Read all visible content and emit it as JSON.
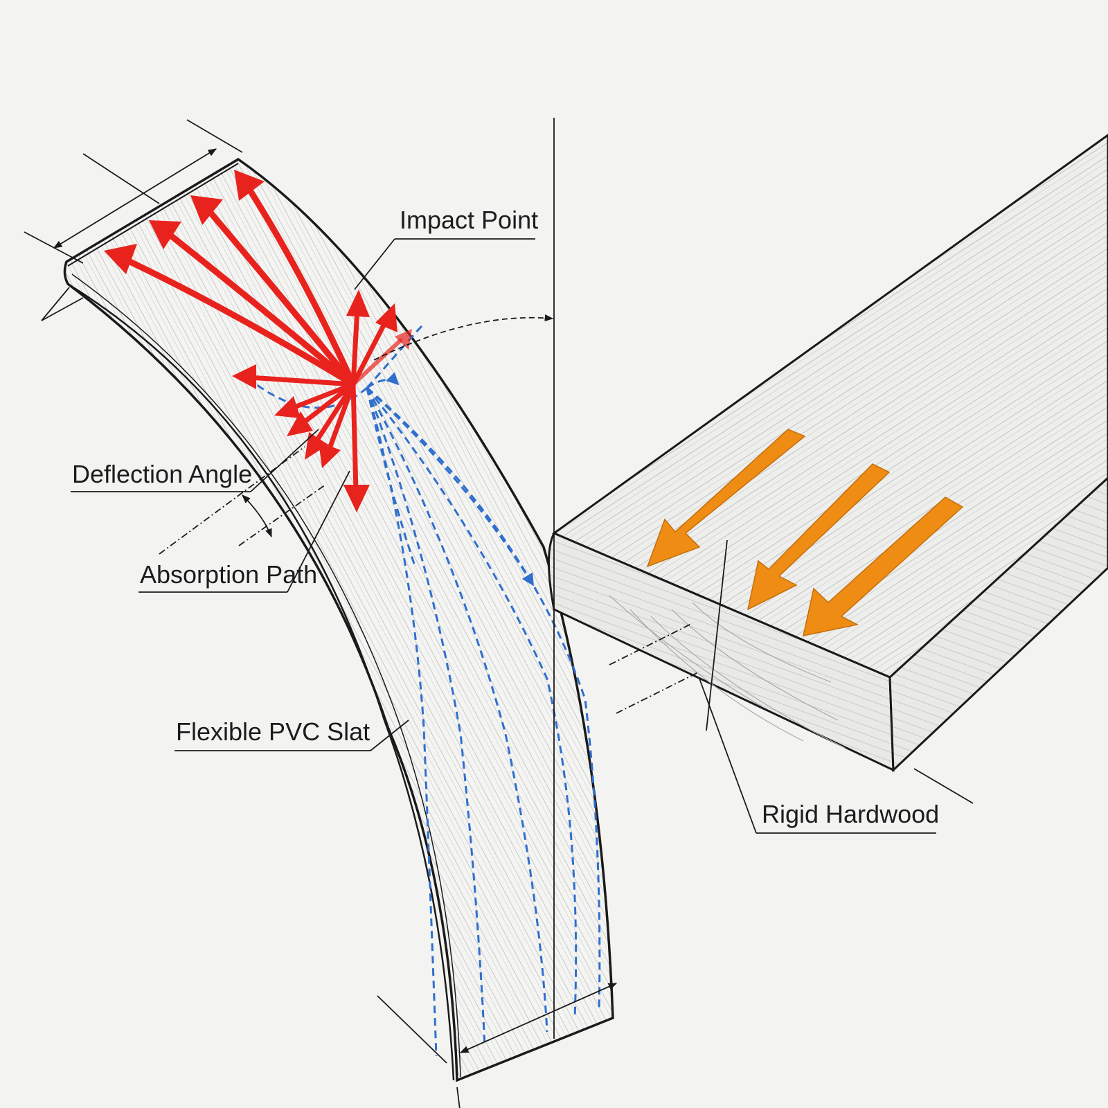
{
  "labels": {
    "impact_point": "Impact Point",
    "deflection_angle": "Deflection Angle",
    "absorption_path": "Absorption Path",
    "flexible_pvc_slat": "Flexible PVC Slat",
    "rigid_hardwood": "Rigid Hardwood"
  },
  "colors": {
    "background": "#f3f3f1",
    "outline": "#1a1a1a",
    "impact_arrows": "#e8231e",
    "absorption_paths": "#2f6fce",
    "hardwood_arrows": "#ef8c14",
    "wood_grain": "#b9b9b9"
  }
}
